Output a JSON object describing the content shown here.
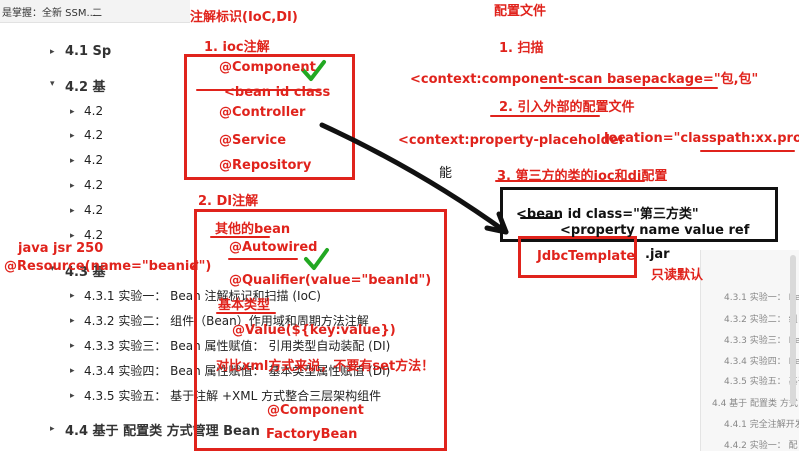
{
  "document": {
    "tab_title": "是掌握：全新 SSM...",
    "tab_suffix": "二",
    "toc": [
      {
        "label": "4.1 Sp"
      },
      {
        "label": "4.2 基"
      },
      {
        "label": "4.2"
      },
      {
        "label": "4.2"
      },
      {
        "label": "4.2"
      },
      {
        "label": "4.2"
      },
      {
        "label": "4.2"
      },
      {
        "label": "4.2"
      },
      {
        "label": "4.3 基"
      },
      {
        "label": "4.3.1 实验一：  Bean 注解标记和扫描 (IoC)"
      },
      {
        "label": "4.3.2 实验二：  组件（Bean）作用域和周期方法注解"
      },
      {
        "label": "4.3.3 实验三：  Bean 属性赋值：  引用类型自动装配 (DI)"
      },
      {
        "label": "4.3.4 实验四：  Bean 属性赋值：  基本类型属性赋值 (DI)"
      },
      {
        "label": "4.3.5 实验五：  基于注解 +XML 方式整合三层架构组件"
      },
      {
        "label": "4.4 基于 配置类 方式管理 Bean"
      }
    ],
    "right_panel": [
      "4.3.1 实验一：  Be",
      "4.3.2 实验二：  组",
      "4.3.3 实验三：  Be",
      "4.3.4 实验四：  Be",
      "4.3.5 实验五：  基于",
      "4.4 基于 配置类 方式",
      "4.4.1 完全注解开发",
      "4.4.2 实验一：  配"
    ]
  },
  "notes": {
    "title_left": "注解标识(IoC,DI)",
    "title_right": "配置文件",
    "ioc_header": "1. ioc注解",
    "component": "@Component",
    "bean_tag": "<bean id class",
    "controller": "@Controller",
    "service": "@Service",
    "repository": "@Repository",
    "di_header": "2. DI注解",
    "other_bean": "其他的bean",
    "autowired": "@Autowired",
    "java_jsr": "java jsr 250",
    "resource": "@Resource(name=\"beanid\")",
    "qualifier": "@Qualifier(value=\"beanId\")",
    "basic_type": "基本类型",
    "value_ann": "@Value(${key:value})",
    "xml_note": "对比xml方式来说，不要有set方法！",
    "component2": "@Component",
    "factory_bean": "FactoryBean",
    "scan_header": "1. 扫描",
    "component_scan": "<context:component-scan  basepackage=\"包,包\"",
    "external_header": "2. 引入外部的配置文件",
    "property_placeholder": "<context:property-placeholder",
    "location": "location=\"classpath:xx.pro\"",
    "neng": "能",
    "third_header": "3. 第三方的类的ioc和di配置",
    "bean_third": "<bean id class=\"第三方类\"",
    "property_tag": "<property name value ref",
    "jdbc_template": "JdbcTemplate",
    "jar": ".jar",
    "readonly": "只读默认"
  },
  "colors": {
    "annotation_red": "#e0231c",
    "check_green": "#22a822",
    "ink_black": "#111111"
  }
}
